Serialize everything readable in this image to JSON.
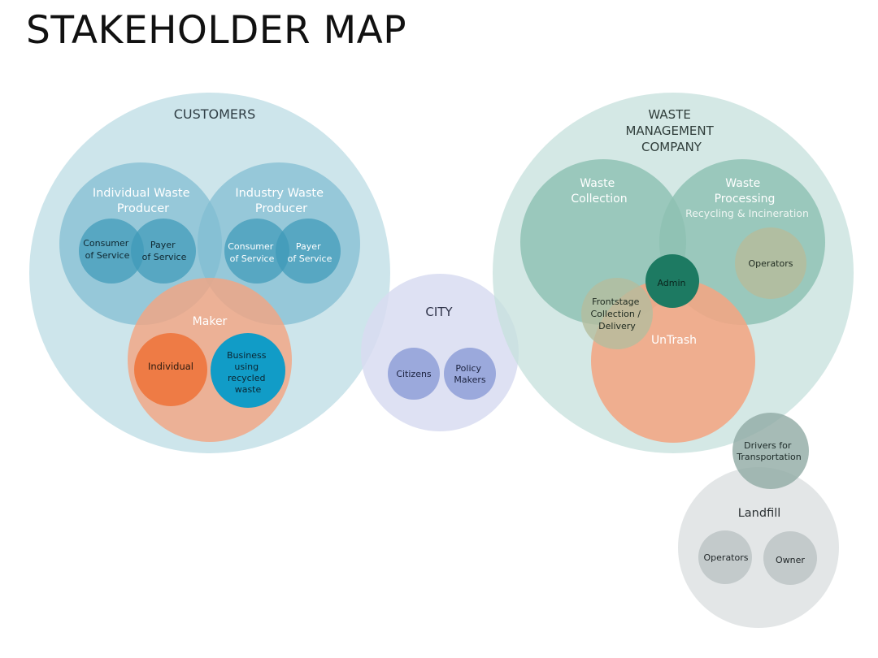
{
  "title": "STAKEHOLDER MAP",
  "colors": {
    "pale_blue_group": "#bcdce4",
    "mid_blue": "#7fbcd2",
    "dark_blue": "#3e9ab9",
    "orange_light": "#f3a583",
    "orange_dark": "#ee7b45",
    "bright_blue": "#119cc7",
    "lavender": "#d8dcf1",
    "periwinkle": "#9ba9dc",
    "pale_green_group": "#c5e0dc",
    "sage_green": "#8ec1b2",
    "dark_green": "#1d7a62",
    "olive": "#b4bd9d",
    "grey_green": "#92aca6",
    "pale_grey": "#e0e3e4",
    "mid_grey": "#c3cacb"
  },
  "groups": {
    "customers": {
      "label": "CUSTOMERS",
      "individual_waste_producer": {
        "label_lines": [
          "Individual Waste",
          "Producer"
        ],
        "consumer_of_service": [
          "Consumer",
          "of Service"
        ],
        "payer_of_service": [
          "Payer",
          "of Service"
        ]
      },
      "industry_waste_producer": {
        "label_lines": [
          "Industry Waste",
          "Producer"
        ],
        "consumer_of_service": [
          "Consumer",
          "of Service"
        ],
        "payer_of_service": [
          "Payer",
          "of Service"
        ]
      },
      "maker": {
        "label": "Maker",
        "individual": "Individual",
        "business_using_recycled_waste": [
          "Business",
          "using",
          "recycled",
          "waste"
        ]
      }
    },
    "city": {
      "label": "CITY",
      "citizens": "Citizens",
      "policy_makers": [
        "Policy",
        "Makers"
      ]
    },
    "waste_management_company": {
      "label_lines": [
        "WASTE",
        "MANAGEMENT",
        "COMPANY"
      ],
      "waste_collection": [
        "Waste",
        "Collection"
      ],
      "waste_processing": [
        "Waste",
        "Processing"
      ],
      "recycling_incineration": "Recycling & Incineration",
      "operators": "Operators",
      "admin": "Admin",
      "frontstage": [
        "Frontstage",
        "Collection /",
        "Delivery"
      ],
      "untrash": "UnTrash"
    },
    "drivers": [
      "Drivers for",
      "Transportation"
    ],
    "landfill": {
      "label": "Landfill",
      "operators": "Operators",
      "owner": "Owner"
    }
  }
}
